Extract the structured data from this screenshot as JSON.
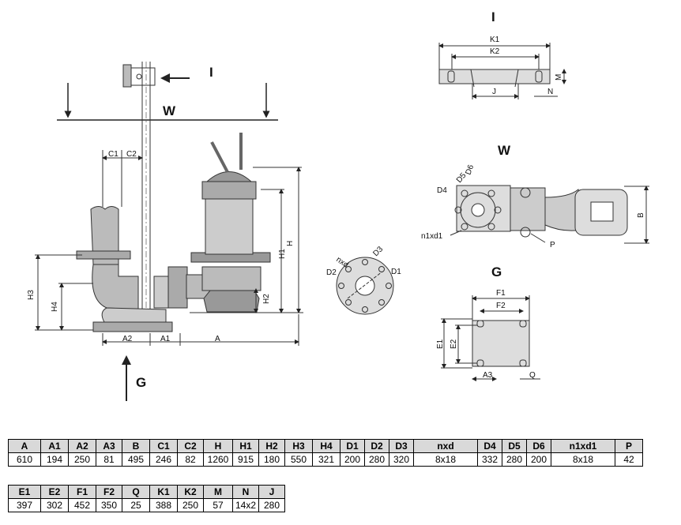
{
  "views": {
    "I": "I",
    "W": "W",
    "G": "G"
  },
  "dims": {
    "K1": "K1",
    "K2": "K2",
    "J": "J",
    "N": "N",
    "M": "M",
    "C1": "C1",
    "C2": "C2",
    "H": "H",
    "H1": "H1",
    "H2": "H2",
    "H3": "H3",
    "H4": "H4",
    "A": "A",
    "A1": "A1",
    "A2": "A2",
    "D1": "D1",
    "D2": "D2",
    "D3": "D3",
    "nxd": "nxd",
    "D4": "D4",
    "D5": "D5",
    "D6": "D6",
    "n1xd1": "n1xd1",
    "P": "P",
    "B": "B",
    "F1": "F1",
    "F2": "F2",
    "E1": "E1",
    "E2": "E2",
    "A3": "A3",
    "Q": "Q"
  },
  "table1": {
    "headers": [
      "A",
      "A1",
      "A2",
      "A3",
      "B",
      "C1",
      "C2",
      "H",
      "H1",
      "H2",
      "H3",
      "H4",
      "D1",
      "D2",
      "D3",
      "nxd",
      "D4",
      "D5",
      "D6",
      "n1xd1",
      "P"
    ],
    "values": [
      "610",
      "194",
      "250",
      "81",
      "495",
      "246",
      "82",
      "1260",
      "915",
      "180",
      "550",
      "321",
      "200",
      "280",
      "320",
      "8x18",
      "332",
      "280",
      "200",
      "8x18",
      "42"
    ]
  },
  "table2": {
    "headers": [
      "E1",
      "E2",
      "F1",
      "F2",
      "Q",
      "K1",
      "K2",
      "M",
      "N",
      "J"
    ],
    "values": [
      "397",
      "302",
      "452",
      "350",
      "25",
      "388",
      "250",
      "57",
      "14x2",
      "280"
    ]
  }
}
